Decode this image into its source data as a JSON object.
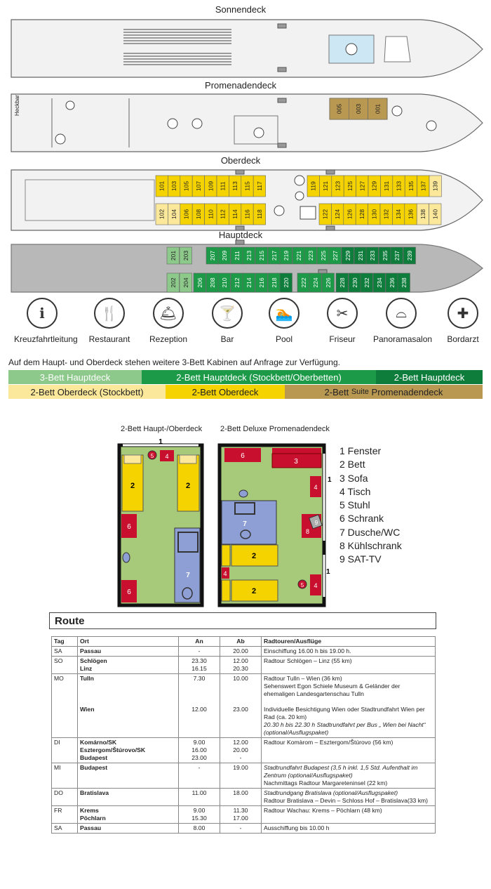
{
  "decks": {
    "sonnendeck": "Sonnendeck",
    "promenadendeck": "Promenadendeck",
    "oberdeck": "Oberdeck",
    "hauptdeck": "Hauptdeck",
    "heckbar": "Heckbar"
  },
  "cabins": {
    "promenade": [
      "005",
      "003",
      "001"
    ],
    "ober_top_left": [
      "101",
      "103",
      "105",
      "107",
      "109",
      "111",
      "113",
      "115",
      "117"
    ],
    "ober_bottom_left": [
      "102",
      "104",
      "106",
      "108",
      "110",
      "112",
      "114",
      "116",
      "118"
    ],
    "ober_top_right": [
      "119",
      "121",
      "123",
      "125",
      "127",
      "129",
      "131",
      "133",
      "135",
      "137",
      "139"
    ],
    "ober_bottom_right": [
      "122",
      "124",
      "126",
      "128",
      "130",
      "132",
      "134",
      "136",
      "138",
      "140"
    ],
    "haupt_top": [
      "201",
      "203",
      "207",
      "209",
      "211",
      "213",
      "215",
      "217",
      "219",
      "221",
      "223",
      "225",
      "227",
      "229",
      "231",
      "233",
      "235",
      "237",
      "239"
    ],
    "haupt_bottom": [
      "202",
      "204",
      "206",
      "208",
      "210",
      "212",
      "214",
      "216",
      "218",
      "220",
      "222",
      "224",
      "226",
      "228",
      "230",
      "232",
      "234",
      "236",
      "238"
    ]
  },
  "colors": {
    "three_bed": "#8cc98a",
    "dark_green": "#0e7d3c",
    "mid_green": "#1d9a48",
    "yellow": "#f5d300",
    "pale_yellow": "#fbe89a",
    "gold": "#b99852",
    "red": "#c8102e",
    "blue": "#8e9fd6",
    "floor_green": "#a7c97a",
    "hull_gray": "#b8b8b8"
  },
  "amenities": [
    {
      "icon": "info-icon",
      "label": "Kreuzfahrtleitung"
    },
    {
      "icon": "restaurant-icon",
      "label": "Restaurant"
    },
    {
      "icon": "reception-icon",
      "label": "Rezeption"
    },
    {
      "icon": "bar-icon",
      "label": "Bar"
    },
    {
      "icon": "pool-icon",
      "label": "Pool"
    },
    {
      "icon": "hairdresser-icon",
      "label": "Friseur"
    },
    {
      "icon": "panorama-icon",
      "label": "Panoramasalon"
    },
    {
      "icon": "doctor-icon",
      "label": "Bordarzt"
    }
  ],
  "note": "Auf dem Haupt- und Oberdeck stehen weitere 3-Bett Kabinen auf Anfrage zur Verfügung.",
  "legend": {
    "three_bed_haupt": "3-Bett Hauptdeck",
    "two_bed_haupt_stock": "2-Bett Hauptdeck (Stockbett/Oberbetten)",
    "two_bed_haupt": "2-Bett Hauptdeck",
    "two_bed_ober_stock": "2-Bett Oberdeck (Stockbett)",
    "two_bed_ober": "2-Bett Oberdeck",
    "suite_pre": "2-Bett ",
    "suite_mid": "Suite",
    "suite_post": " Promenadendeck"
  },
  "plans": {
    "standard_title": "2-Bett Haupt-/Oberdeck",
    "deluxe_title": "2-Bett Deluxe Promenadendeck",
    "items": [
      "1 Fenster",
      "2 Bett",
      "3 Sofa",
      "4 Tisch",
      "5 Stuhl",
      "6 Schrank",
      "7 Dusche/WC",
      "8 Kühlschrank",
      "9 SAT-TV"
    ]
  },
  "route": {
    "title": "Route",
    "headers": [
      "Tag",
      "Ort",
      "An",
      "Ab",
      "Radtouren/Ausflüge"
    ]
  }
}
